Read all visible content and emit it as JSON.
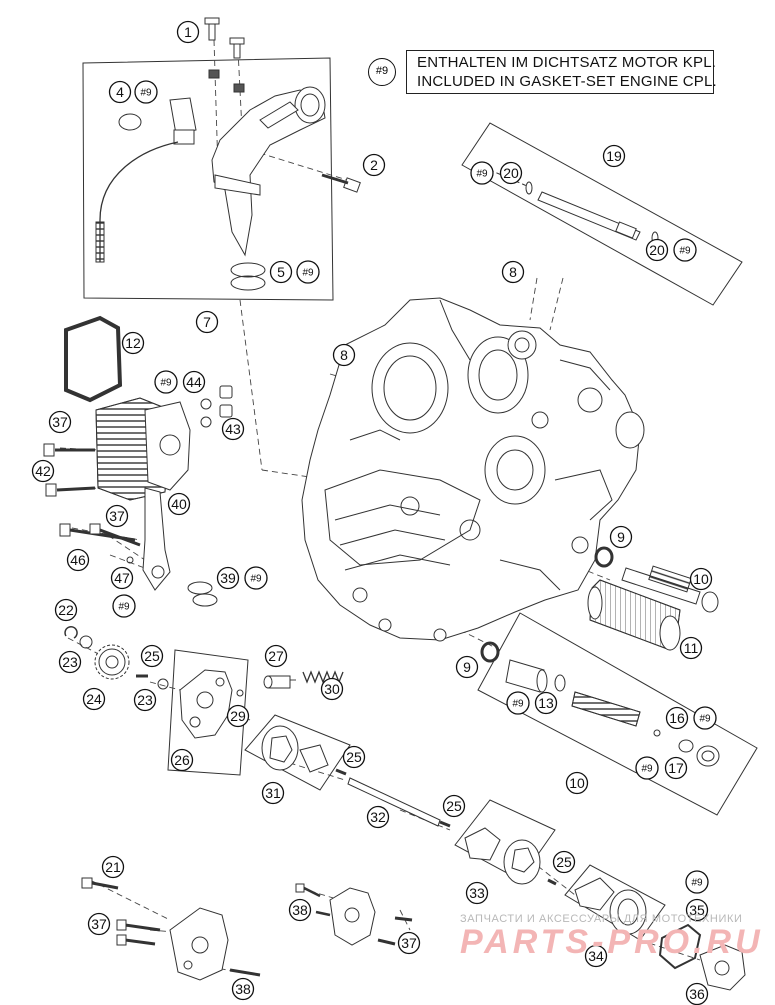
{
  "legend": {
    "tag": "#9",
    "line1": "ENTHALTEN IM DICHTSATZ MOTOR KPL.",
    "line2": "INCLUDED IN GASKET-SET ENGINE CPL."
  },
  "watermark": {
    "line1": "ЗАПЧАСТИ И АКСЕССУАРЫ ДЛЯ МОТОТЕХНИКИ",
    "line2": "PARTS-PRO.RU"
  },
  "callouts": [
    {
      "label": "1",
      "kind": "part"
    },
    {
      "label": "2",
      "kind": "part"
    },
    {
      "label": "4",
      "kind": "part"
    },
    {
      "label": "#9",
      "kind": "gasket"
    },
    {
      "label": "5",
      "kind": "part"
    },
    {
      "label": "#9",
      "kind": "gasket"
    },
    {
      "label": "7",
      "kind": "part"
    },
    {
      "label": "19",
      "kind": "part"
    },
    {
      "label": "#9",
      "kind": "gasket"
    },
    {
      "label": "20",
      "kind": "part"
    },
    {
      "label": "20",
      "kind": "part"
    },
    {
      "label": "#9",
      "kind": "gasket"
    },
    {
      "label": "8",
      "kind": "part"
    },
    {
      "label": "8",
      "kind": "part"
    },
    {
      "label": "12",
      "kind": "part"
    },
    {
      "label": "#9",
      "kind": "gasket"
    },
    {
      "label": "44",
      "kind": "part"
    },
    {
      "label": "43",
      "kind": "part"
    },
    {
      "label": "37",
      "kind": "part"
    },
    {
      "label": "42",
      "kind": "part"
    },
    {
      "label": "40",
      "kind": "part"
    },
    {
      "label": "37",
      "kind": "part"
    },
    {
      "label": "46",
      "kind": "part"
    },
    {
      "label": "47",
      "kind": "part"
    },
    {
      "label": "#9",
      "kind": "gasket"
    },
    {
      "label": "39",
      "kind": "part"
    },
    {
      "label": "#9",
      "kind": "gasket"
    },
    {
      "label": "9",
      "kind": "part"
    },
    {
      "label": "10",
      "kind": "part"
    },
    {
      "label": "11",
      "kind": "part"
    },
    {
      "label": "9",
      "kind": "part"
    },
    {
      "label": "#9",
      "kind": "gasket"
    },
    {
      "label": "13",
      "kind": "part"
    },
    {
      "label": "16",
      "kind": "part"
    },
    {
      "label": "#9",
      "kind": "gasket"
    },
    {
      "label": "#9",
      "kind": "gasket"
    },
    {
      "label": "17",
      "kind": "part"
    },
    {
      "label": "10",
      "kind": "part"
    },
    {
      "label": "22",
      "kind": "part"
    },
    {
      "label": "23",
      "kind": "part"
    },
    {
      "label": "24",
      "kind": "part"
    },
    {
      "label": "25",
      "kind": "part"
    },
    {
      "label": "23",
      "kind": "part"
    },
    {
      "label": "27",
      "kind": "part"
    },
    {
      "label": "30",
      "kind": "part"
    },
    {
      "label": "29",
      "kind": "part"
    },
    {
      "label": "26",
      "kind": "part"
    },
    {
      "label": "25",
      "kind": "part"
    },
    {
      "label": "31",
      "kind": "part"
    },
    {
      "label": "32",
      "kind": "part"
    },
    {
      "label": "25",
      "kind": "part"
    },
    {
      "label": "25",
      "kind": "part"
    },
    {
      "label": "33",
      "kind": "part"
    },
    {
      "label": "21",
      "kind": "part"
    },
    {
      "label": "37",
      "kind": "part"
    },
    {
      "label": "38",
      "kind": "part"
    },
    {
      "label": "37",
      "kind": "part"
    },
    {
      "label": "38",
      "kind": "part"
    },
    {
      "label": "#9",
      "kind": "gasket"
    },
    {
      "label": "35",
      "kind": "part"
    },
    {
      "label": "34",
      "kind": "part"
    },
    {
      "label": "36",
      "kind": "part"
    }
  ]
}
